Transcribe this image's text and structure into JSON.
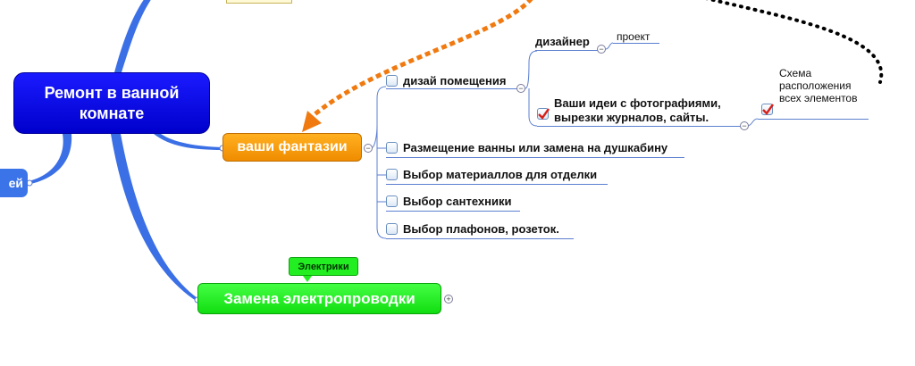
{
  "central_topic": "Ремонт в ванной комнате",
  "left_partial_label": "ей",
  "main_branches": {
    "fantasy": "ваши фантазии",
    "electric": "Замена электропроводки"
  },
  "callout": "Электрики",
  "subtopics": {
    "design_room": "дизай помещения",
    "designer": "дизайнер",
    "project": "проект",
    "ideas": "Ваши идеи с  фотографиями, вырезки журналов, сайты.",
    "scheme": "Схема расположения всех элементов",
    "bath": "Размещение ванны или замена на  душкабину",
    "materials": "Выбор материаллов для отделки",
    "plumbing": "Выбор сантехники",
    "lamps": "Выбор плафонов, розеток."
  },
  "colors": {
    "central": "#0000ee",
    "fantasy": "#f59a0c",
    "electric": "#22ee22",
    "branch_line": "#3b6fe6",
    "relationship_orange": "#f07a10",
    "relationship_black": "#000000"
  },
  "icons": {
    "checkbox_checked": "red-check-icon",
    "checkbox_unchecked": "checkbox-icon",
    "collapse": "minus-circle-icon",
    "expand": "plus-circle-icon"
  }
}
